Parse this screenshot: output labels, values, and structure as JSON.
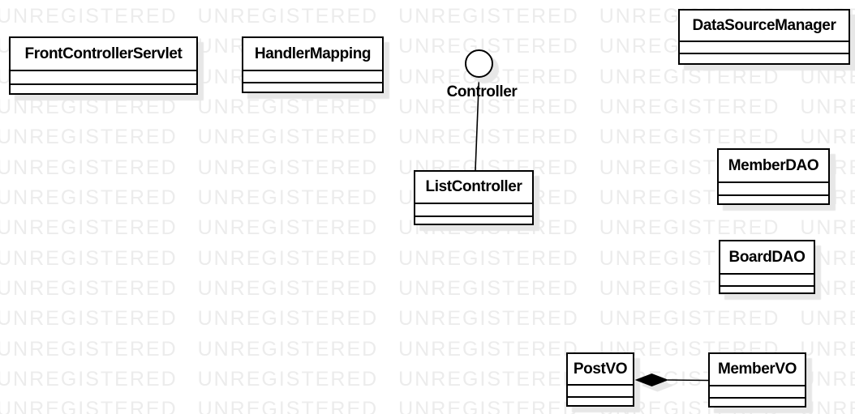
{
  "watermark": {
    "row_text": "UNREGISTERED UNREGISTERED UNREGISTERED UNREGISTERED UNREGISTERED",
    "rows": 14,
    "color": "#ececec"
  },
  "colors": {
    "background": "#ffffff",
    "stroke": "#000000",
    "shadow": "#e7e7e7",
    "class_fill": "#ffffff"
  },
  "classes": [
    {
      "name": "FrontControllerServlet"
    },
    {
      "name": "HandlerMapping"
    },
    {
      "name": "DataSourceManager"
    },
    {
      "name": "ListController"
    },
    {
      "name": "MemberDAO"
    },
    {
      "name": "BoardDAO"
    },
    {
      "name": "PostVO"
    },
    {
      "name": "MemberVO"
    }
  ],
  "lollipop": {
    "label": "Controller",
    "connected_to": "ListController"
  },
  "relationships": [
    {
      "type": "provided-interface-lollipop",
      "interface": "Controller",
      "implementer": "ListController"
    },
    {
      "type": "composition",
      "owner": "PostVO",
      "part": "MemberVO"
    }
  ]
}
